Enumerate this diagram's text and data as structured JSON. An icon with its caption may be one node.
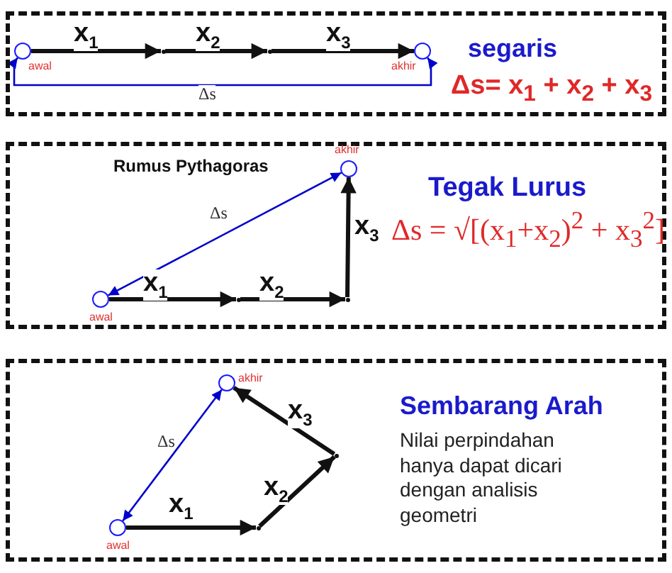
{
  "diagram": {
    "nodes": [
      {
        "text": [
          "segaris",
          "Δs= x$_{1}$ + x$_{2}$ + x$_{3}$"
        ]
      },
      {
        "text": [],
        "shape": "circle",
        "in": 0,
        "beside": [
          "awal"
        ]
      },
      {
        "text": [],
        "shape": "point",
        "in": 0
      },
      {
        "text": [],
        "shape": "point",
        "in": 0
      },
      {
        "text": [],
        "shape": "circle",
        "in": 0,
        "beside": [
          "akhir"
        ]
      },
      {
        "text": [
          "Rumus Pythagoras",
          "Tegak Lurus",
          "Δs = √[(x$_{1}$+x$_{2}$)$^{2}$ + x$_{3}$$^{2}$]"
        ]
      },
      {
        "text": [],
        "shape": "circle",
        "in": 5,
        "beside": [
          "awal"
        ]
      },
      {
        "text": [],
        "shape": "point",
        "in": 5
      },
      {
        "text": [],
        "shape": "point",
        "in": 5
      },
      {
        "text": [],
        "shape": "circle",
        "in": 5,
        "beside": [
          "akhir"
        ]
      },
      {
        "text": [
          "Sembarang Arah",
          "Nilai perpindahan hanya dapat dicari dengan analisis geometri"
        ]
      },
      {
        "text": [],
        "shape": "circle",
        "in": 10,
        "beside": [
          "awal"
        ]
      },
      {
        "text": [],
        "shape": "point",
        "in": 10
      },
      {
        "text": [],
        "shape": "point",
        "in": 10
      },
      {
        "text": [],
        "shape": "circle",
        "in": 10,
        "beside": [
          "akhir"
        ]
      }
    ],
    "edges": [
      {
        "from": 1,
        "to": 2,
        "arrow": "to",
        "label": "x$_{1}$"
      },
      {
        "from": 2,
        "to": 3,
        "arrow": "to",
        "label": "x$_{2}$"
      },
      {
        "from": 3,
        "to": 4,
        "arrow": "to",
        "label": "x$_{3}$"
      },
      {
        "from": 1,
        "to": 4,
        "arrow": "both",
        "label": "Δs",
        "color": "#0000cc"
      },
      {
        "from": 6,
        "to": 7,
        "arrow": "to",
        "label": "x$_{1}$"
      },
      {
        "from": 7,
        "to": 8,
        "arrow": "to",
        "label": "x$_{2}$"
      },
      {
        "from": 8,
        "to": 9,
        "arrow": "to",
        "label": "x$_{3}$"
      },
      {
        "from": 6,
        "to": 9,
        "arrow": "both",
        "label": "Δs",
        "color": "#0000cc"
      },
      {
        "from": 11,
        "to": 12,
        "arrow": "to",
        "label": "x$_{1}$"
      },
      {
        "from": 12,
        "to": 13,
        "arrow": "to",
        "label": "x$_{2}$"
      },
      {
        "from": 13,
        "to": 14,
        "arrow": "to",
        "label": "x$_{3}$"
      },
      {
        "from": 11,
        "to": 14,
        "arrow": "both",
        "label": "Δs",
        "color": "#0000cc"
      }
    ]
  }
}
